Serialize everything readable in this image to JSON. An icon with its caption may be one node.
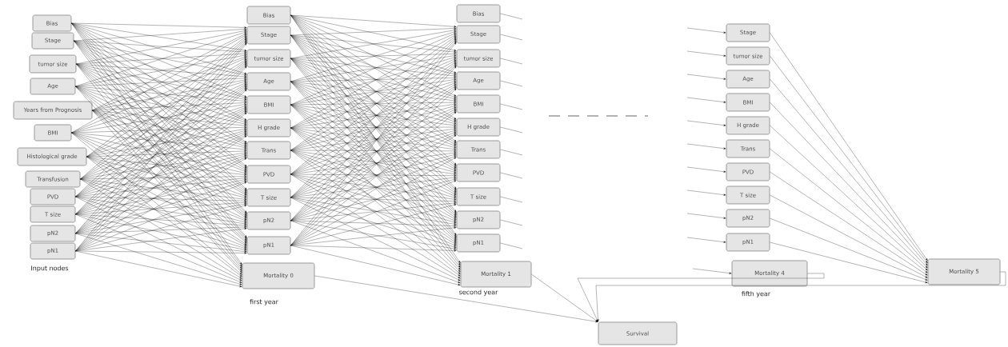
{
  "diagram": {
    "nodes": [
      {
        "text": [
          "Bias"
        ]
      },
      {
        "text": [
          "Stage"
        ]
      },
      {
        "text": [
          "tumor size"
        ]
      },
      {
        "text": [
          "Age"
        ]
      },
      {
        "text": [
          "Years from Prognosis"
        ]
      },
      {
        "text": [
          "BMI"
        ]
      },
      {
        "text": [
          "Histological grade"
        ]
      },
      {
        "text": [
          "Transfusion"
        ]
      },
      {
        "text": [
          "PVD"
        ]
      },
      {
        "text": [
          "T size"
        ]
      },
      {
        "text": [
          "pN2"
        ]
      },
      {
        "text": [
          "pN1"
        ],
        "beside": [
          "Input nodes"
        ]
      },
      {
        "text": [
          "Bias"
        ]
      },
      {
        "text": [
          "Stage"
        ]
      },
      {
        "text": [
          "tumor size"
        ]
      },
      {
        "text": [
          "Age"
        ]
      },
      {
        "text": [
          "BMI"
        ]
      },
      {
        "text": [
          "H grade"
        ]
      },
      {
        "text": [
          "Trans"
        ]
      },
      {
        "text": [
          "PVD"
        ]
      },
      {
        "text": [
          "T size"
        ]
      },
      {
        "text": [
          "pN2"
        ]
      },
      {
        "text": [
          "pN1"
        ]
      },
      {
        "text": [
          "Mortality 0"
        ],
        "beside": [
          "first year"
        ]
      },
      {
        "text": [
          "Bias"
        ]
      },
      {
        "text": [
          "Stage"
        ]
      },
      {
        "text": [
          "tumor size"
        ]
      },
      {
        "text": [
          "Age"
        ]
      },
      {
        "text": [
          "BMI"
        ]
      },
      {
        "text": [
          "H grade"
        ]
      },
      {
        "text": [
          "Trans"
        ]
      },
      {
        "text": [
          "PVD"
        ]
      },
      {
        "text": [
          "T size"
        ]
      },
      {
        "text": [
          "pN2"
        ]
      },
      {
        "text": [
          "pN1"
        ]
      },
      {
        "text": [
          "Mortality 1"
        ],
        "beside": [
          "second year"
        ]
      },
      {
        "text": [
          "Stage"
        ]
      },
      {
        "text": [
          "tumor size"
        ]
      },
      {
        "text": [
          "Age"
        ]
      },
      {
        "text": [
          "BMI"
        ]
      },
      {
        "text": [
          "H grade"
        ]
      },
      {
        "text": [
          "Trans"
        ]
      },
      {
        "text": [
          "PVD"
        ]
      },
      {
        "text": [
          "T size"
        ]
      },
      {
        "text": [
          "pN2"
        ]
      },
      {
        "text": [
          "pN1"
        ]
      },
      {
        "text": [
          "Mortality 4"
        ],
        "beside": [
          "fifth year"
        ]
      },
      {
        "text": [
          "Mortality 5"
        ]
      },
      {
        "text": [
          "Survival"
        ]
      }
    ],
    "edges": [
      {
        "from": 0,
        "to": 13,
        "arrow": "to"
      },
      {
        "from": 0,
        "to": 14,
        "arrow": "to"
      },
      {
        "from": 0,
        "to": 15,
        "arrow": "to"
      },
      {
        "from": 0,
        "to": 16,
        "arrow": "to"
      },
      {
        "from": 0,
        "to": 17,
        "arrow": "to"
      },
      {
        "from": 0,
        "to": 18,
        "arrow": "to"
      },
      {
        "from": 0,
        "to": 19,
        "arrow": "to"
      },
      {
        "from": 0,
        "to": 20,
        "arrow": "to"
      },
      {
        "from": 0,
        "to": 21,
        "arrow": "to"
      },
      {
        "from": 0,
        "to": 22,
        "arrow": "to"
      },
      {
        "from": 0,
        "to": 23,
        "arrow": "to"
      },
      {
        "from": 1,
        "to": 13,
        "arrow": "to"
      },
      {
        "from": 1,
        "to": 14,
        "arrow": "to"
      },
      {
        "from": 1,
        "to": 15,
        "arrow": "to"
      },
      {
        "from": 1,
        "to": 16,
        "arrow": "to"
      },
      {
        "from": 1,
        "to": 17,
        "arrow": "to"
      },
      {
        "from": 1,
        "to": 18,
        "arrow": "to"
      },
      {
        "from": 1,
        "to": 19,
        "arrow": "to"
      },
      {
        "from": 1,
        "to": 20,
        "arrow": "to"
      },
      {
        "from": 1,
        "to": 21,
        "arrow": "to"
      },
      {
        "from": 1,
        "to": 22,
        "arrow": "to"
      },
      {
        "from": 1,
        "to": 23,
        "arrow": "to"
      },
      {
        "from": 2,
        "to": 13,
        "arrow": "to"
      },
      {
        "from": 2,
        "to": 14,
        "arrow": "to"
      },
      {
        "from": 2,
        "to": 15,
        "arrow": "to"
      },
      {
        "from": 2,
        "to": 16,
        "arrow": "to"
      },
      {
        "from": 2,
        "to": 17,
        "arrow": "to"
      },
      {
        "from": 2,
        "to": 18,
        "arrow": "to"
      },
      {
        "from": 2,
        "to": 19,
        "arrow": "to"
      },
      {
        "from": 2,
        "to": 20,
        "arrow": "to"
      },
      {
        "from": 2,
        "to": 21,
        "arrow": "to"
      },
      {
        "from": 2,
        "to": 22,
        "arrow": "to"
      },
      {
        "from": 2,
        "to": 23,
        "arrow": "to"
      },
      {
        "from": 3,
        "to": 13,
        "arrow": "to"
      },
      {
        "from": 3,
        "to": 14,
        "arrow": "to"
      },
      {
        "from": 3,
        "to": 15,
        "arrow": "to"
      },
      {
        "from": 3,
        "to": 16,
        "arrow": "to"
      },
      {
        "from": 3,
        "to": 17,
        "arrow": "to"
      },
      {
        "from": 3,
        "to": 18,
        "arrow": "to"
      },
      {
        "from": 3,
        "to": 19,
        "arrow": "to"
      },
      {
        "from": 3,
        "to": 20,
        "arrow": "to"
      },
      {
        "from": 3,
        "to": 21,
        "arrow": "to"
      },
      {
        "from": 3,
        "to": 22,
        "arrow": "to"
      },
      {
        "from": 3,
        "to": 23,
        "arrow": "to"
      },
      {
        "from": 4,
        "to": 13,
        "arrow": "to"
      },
      {
        "from": 4,
        "to": 14,
        "arrow": "to"
      },
      {
        "from": 4,
        "to": 15,
        "arrow": "to"
      },
      {
        "from": 4,
        "to": 16,
        "arrow": "to"
      },
      {
        "from": 4,
        "to": 17,
        "arrow": "to"
      },
      {
        "from": 4,
        "to": 18,
        "arrow": "to"
      },
      {
        "from": 4,
        "to": 19,
        "arrow": "to"
      },
      {
        "from": 4,
        "to": 20,
        "arrow": "to"
      },
      {
        "from": 4,
        "to": 21,
        "arrow": "to"
      },
      {
        "from": 4,
        "to": 22,
        "arrow": "to"
      },
      {
        "from": 4,
        "to": 23,
        "arrow": "to"
      },
      {
        "from": 5,
        "to": 13,
        "arrow": "to"
      },
      {
        "from": 5,
        "to": 14,
        "arrow": "to"
      },
      {
        "from": 5,
        "to": 15,
        "arrow": "to"
      },
      {
        "from": 5,
        "to": 16,
        "arrow": "to"
      },
      {
        "from": 5,
        "to": 17,
        "arrow": "to"
      },
      {
        "from": 5,
        "to": 18,
        "arrow": "to"
      },
      {
        "from": 5,
        "to": 19,
        "arrow": "to"
      },
      {
        "from": 5,
        "to": 20,
        "arrow": "to"
      },
      {
        "from": 5,
        "to": 21,
        "arrow": "to"
      },
      {
        "from": 5,
        "to": 22,
        "arrow": "to"
      },
      {
        "from": 5,
        "to": 23,
        "arrow": "to"
      },
      {
        "from": 6,
        "to": 13,
        "arrow": "to"
      },
      {
        "from": 6,
        "to": 14,
        "arrow": "to"
      },
      {
        "from": 6,
        "to": 15,
        "arrow": "to"
      },
      {
        "from": 6,
        "to": 16,
        "arrow": "to"
      },
      {
        "from": 6,
        "to": 17,
        "arrow": "to"
      },
      {
        "from": 6,
        "to": 18,
        "arrow": "to"
      },
      {
        "from": 6,
        "to": 19,
        "arrow": "to"
      },
      {
        "from": 6,
        "to": 20,
        "arrow": "to"
      },
      {
        "from": 6,
        "to": 21,
        "arrow": "to"
      },
      {
        "from": 6,
        "to": 22,
        "arrow": "to"
      },
      {
        "from": 6,
        "to": 23,
        "arrow": "to"
      },
      {
        "from": 7,
        "to": 13,
        "arrow": "to"
      },
      {
        "from": 7,
        "to": 14,
        "arrow": "to"
      },
      {
        "from": 7,
        "to": 15,
        "arrow": "to"
      },
      {
        "from": 7,
        "to": 16,
        "arrow": "to"
      },
      {
        "from": 7,
        "to": 17,
        "arrow": "to"
      },
      {
        "from": 7,
        "to": 18,
        "arrow": "to"
      },
      {
        "from": 7,
        "to": 19,
        "arrow": "to"
      },
      {
        "from": 7,
        "to": 20,
        "arrow": "to"
      },
      {
        "from": 7,
        "to": 21,
        "arrow": "to"
      },
      {
        "from": 7,
        "to": 22,
        "arrow": "to"
      },
      {
        "from": 7,
        "to": 23,
        "arrow": "to"
      },
      {
        "from": 8,
        "to": 13,
        "arrow": "to"
      },
      {
        "from": 8,
        "to": 14,
        "arrow": "to"
      },
      {
        "from": 8,
        "to": 15,
        "arrow": "to"
      },
      {
        "from": 8,
        "to": 16,
        "arrow": "to"
      },
      {
        "from": 8,
        "to": 17,
        "arrow": "to"
      },
      {
        "from": 8,
        "to": 18,
        "arrow": "to"
      },
      {
        "from": 8,
        "to": 19,
        "arrow": "to"
      },
      {
        "from": 8,
        "to": 20,
        "arrow": "to"
      },
      {
        "from": 8,
        "to": 21,
        "arrow": "to"
      },
      {
        "from": 8,
        "to": 22,
        "arrow": "to"
      },
      {
        "from": 8,
        "to": 23,
        "arrow": "to"
      },
      {
        "from": 9,
        "to": 13,
        "arrow": "to"
      },
      {
        "from": 9,
        "to": 14,
        "arrow": "to"
      },
      {
        "from": 9,
        "to": 15,
        "arrow": "to"
      },
      {
        "from": 9,
        "to": 16,
        "arrow": "to"
      },
      {
        "from": 9,
        "to": 17,
        "arrow": "to"
      },
      {
        "from": 9,
        "to": 18,
        "arrow": "to"
      },
      {
        "from": 9,
        "to": 19,
        "arrow": "to"
      },
      {
        "from": 9,
        "to": 20,
        "arrow": "to"
      },
      {
        "from": 9,
        "to": 21,
        "arrow": "to"
      },
      {
        "from": 9,
        "to": 22,
        "arrow": "to"
      },
      {
        "from": 9,
        "to": 23,
        "arrow": "to"
      },
      {
        "from": 10,
        "to": 13,
        "arrow": "to"
      },
      {
        "from": 10,
        "to": 14,
        "arrow": "to"
      },
      {
        "from": 10,
        "to": 15,
        "arrow": "to"
      },
      {
        "from": 10,
        "to": 16,
        "arrow": "to"
      },
      {
        "from": 10,
        "to": 17,
        "arrow": "to"
      },
      {
        "from": 10,
        "to": 18,
        "arrow": "to"
      },
      {
        "from": 10,
        "to": 19,
        "arrow": "to"
      },
      {
        "from": 10,
        "to": 20,
        "arrow": "to"
      },
      {
        "from": 10,
        "to": 21,
        "arrow": "to"
      },
      {
        "from": 10,
        "to": 22,
        "arrow": "to"
      },
      {
        "from": 10,
        "to": 23,
        "arrow": "to"
      },
      {
        "from": 11,
        "to": 13,
        "arrow": "to"
      },
      {
        "from": 11,
        "to": 14,
        "arrow": "to"
      },
      {
        "from": 11,
        "to": 15,
        "arrow": "to"
      },
      {
        "from": 11,
        "to": 16,
        "arrow": "to"
      },
      {
        "from": 11,
        "to": 17,
        "arrow": "to"
      },
      {
        "from": 11,
        "to": 18,
        "arrow": "to"
      },
      {
        "from": 11,
        "to": 19,
        "arrow": "to"
      },
      {
        "from": 11,
        "to": 20,
        "arrow": "to"
      },
      {
        "from": 11,
        "to": 21,
        "arrow": "to"
      },
      {
        "from": 11,
        "to": 22,
        "arrow": "to"
      },
      {
        "from": 11,
        "to": 23,
        "arrow": "to"
      },
      {
        "from": 12,
        "to": 25,
        "arrow": "to"
      },
      {
        "from": 12,
        "to": 26,
        "arrow": "to"
      },
      {
        "from": 12,
        "to": 27,
        "arrow": "to"
      },
      {
        "from": 12,
        "to": 28,
        "arrow": "to"
      },
      {
        "from": 12,
        "to": 29,
        "arrow": "to"
      },
      {
        "from": 12,
        "to": 30,
        "arrow": "to"
      },
      {
        "from": 12,
        "to": 31,
        "arrow": "to"
      },
      {
        "from": 12,
        "to": 32,
        "arrow": "to"
      },
      {
        "from": 12,
        "to": 33,
        "arrow": "to"
      },
      {
        "from": 12,
        "to": 34,
        "arrow": "to"
      },
      {
        "from": 12,
        "to": 35,
        "arrow": "to"
      },
      {
        "from": 13,
        "to": 25,
        "arrow": "to"
      },
      {
        "from": 13,
        "to": 26,
        "arrow": "to"
      },
      {
        "from": 13,
        "to": 27,
        "arrow": "to"
      },
      {
        "from": 13,
        "to": 28,
        "arrow": "to"
      },
      {
        "from": 13,
        "to": 29,
        "arrow": "to"
      },
      {
        "from": 13,
        "to": 30,
        "arrow": "to"
      },
      {
        "from": 13,
        "to": 31,
        "arrow": "to"
      },
      {
        "from": 13,
        "to": 32,
        "arrow": "to"
      },
      {
        "from": 13,
        "to": 33,
        "arrow": "to"
      },
      {
        "from": 13,
        "to": 34,
        "arrow": "to"
      },
      {
        "from": 13,
        "to": 35,
        "arrow": "to"
      },
      {
        "from": 14,
        "to": 25,
        "arrow": "to"
      },
      {
        "from": 14,
        "to": 26,
        "arrow": "to"
      },
      {
        "from": 14,
        "to": 27,
        "arrow": "to"
      },
      {
        "from": 14,
        "to": 28,
        "arrow": "to"
      },
      {
        "from": 14,
        "to": 29,
        "arrow": "to"
      },
      {
        "from": 14,
        "to": 30,
        "arrow": "to"
      },
      {
        "from": 14,
        "to": 31,
        "arrow": "to"
      },
      {
        "from": 14,
        "to": 32,
        "arrow": "to"
      },
      {
        "from": 14,
        "to": 33,
        "arrow": "to"
      },
      {
        "from": 14,
        "to": 34,
        "arrow": "to"
      },
      {
        "from": 14,
        "to": 35,
        "arrow": "to"
      },
      {
        "from": 15,
        "to": 25,
        "arrow": "to"
      },
      {
        "from": 15,
        "to": 26,
        "arrow": "to"
      },
      {
        "from": 15,
        "to": 27,
        "arrow": "to"
      },
      {
        "from": 15,
        "to": 28,
        "arrow": "to"
      },
      {
        "from": 15,
        "to": 29,
        "arrow": "to"
      },
      {
        "from": 15,
        "to": 30,
        "arrow": "to"
      },
      {
        "from": 15,
        "to": 31,
        "arrow": "to"
      },
      {
        "from": 15,
        "to": 32,
        "arrow": "to"
      },
      {
        "from": 15,
        "to": 33,
        "arrow": "to"
      },
      {
        "from": 15,
        "to": 34,
        "arrow": "to"
      },
      {
        "from": 15,
        "to": 35,
        "arrow": "to"
      },
      {
        "from": 16,
        "to": 25,
        "arrow": "to"
      },
      {
        "from": 16,
        "to": 26,
        "arrow": "to"
      },
      {
        "from": 16,
        "to": 27,
        "arrow": "to"
      },
      {
        "from": 16,
        "to": 28,
        "arrow": "to"
      },
      {
        "from": 16,
        "to": 29,
        "arrow": "to"
      },
      {
        "from": 16,
        "to": 30,
        "arrow": "to"
      },
      {
        "from": 16,
        "to": 31,
        "arrow": "to"
      },
      {
        "from": 16,
        "to": 32,
        "arrow": "to"
      },
      {
        "from": 16,
        "to": 33,
        "arrow": "to"
      },
      {
        "from": 16,
        "to": 34,
        "arrow": "to"
      },
      {
        "from": 16,
        "to": 35,
        "arrow": "to"
      },
      {
        "from": 17,
        "to": 25,
        "arrow": "to"
      },
      {
        "from": 17,
        "to": 26,
        "arrow": "to"
      },
      {
        "from": 17,
        "to": 27,
        "arrow": "to"
      },
      {
        "from": 17,
        "to": 28,
        "arrow": "to"
      },
      {
        "from": 17,
        "to": 29,
        "arrow": "to"
      },
      {
        "from": 17,
        "to": 30,
        "arrow": "to"
      },
      {
        "from": 17,
        "to": 31,
        "arrow": "to"
      },
      {
        "from": 17,
        "to": 32,
        "arrow": "to"
      },
      {
        "from": 17,
        "to": 33,
        "arrow": "to"
      },
      {
        "from": 17,
        "to": 34,
        "arrow": "to"
      },
      {
        "from": 17,
        "to": 35,
        "arrow": "to"
      },
      {
        "from": 18,
        "to": 25,
        "arrow": "to"
      },
      {
        "from": 18,
        "to": 26,
        "arrow": "to"
      },
      {
        "from": 18,
        "to": 27,
        "arrow": "to"
      },
      {
        "from": 18,
        "to": 28,
        "arrow": "to"
      },
      {
        "from": 18,
        "to": 29,
        "arrow": "to"
      },
      {
        "from": 18,
        "to": 30,
        "arrow": "to"
      },
      {
        "from": 18,
        "to": 31,
        "arrow": "to"
      },
      {
        "from": 18,
        "to": 32,
        "arrow": "to"
      },
      {
        "from": 18,
        "to": 33,
        "arrow": "to"
      },
      {
        "from": 18,
        "to": 34,
        "arrow": "to"
      },
      {
        "from": 18,
        "to": 35,
        "arrow": "to"
      },
      {
        "from": 19,
        "to": 25,
        "arrow": "to"
      },
      {
        "from": 19,
        "to": 26,
        "arrow": "to"
      },
      {
        "from": 19,
        "to": 27,
        "arrow": "to"
      },
      {
        "from": 19,
        "to": 28,
        "arrow": "to"
      },
      {
        "from": 19,
        "to": 29,
        "arrow": "to"
      },
      {
        "from": 19,
        "to": 30,
        "arrow": "to"
      },
      {
        "from": 19,
        "to": 31,
        "arrow": "to"
      },
      {
        "from": 19,
        "to": 32,
        "arrow": "to"
      },
      {
        "from": 19,
        "to": 33,
        "arrow": "to"
      },
      {
        "from": 19,
        "to": 34,
        "arrow": "to"
      },
      {
        "from": 19,
        "to": 35,
        "arrow": "to"
      },
      {
        "from": 20,
        "to": 25,
        "arrow": "to"
      },
      {
        "from": 20,
        "to": 26,
        "arrow": "to"
      },
      {
        "from": 20,
        "to": 27,
        "arrow": "to"
      },
      {
        "from": 20,
        "to": 28,
        "arrow": "to"
      },
      {
        "from": 20,
        "to": 29,
        "arrow": "to"
      },
      {
        "from": 20,
        "to": 30,
        "arrow": "to"
      },
      {
        "from": 20,
        "to": 31,
        "arrow": "to"
      },
      {
        "from": 20,
        "to": 32,
        "arrow": "to"
      },
      {
        "from": 20,
        "to": 33,
        "arrow": "to"
      },
      {
        "from": 20,
        "to": 34,
        "arrow": "to"
      },
      {
        "from": 20,
        "to": 35,
        "arrow": "to"
      },
      {
        "from": 21,
        "to": 25,
        "arrow": "to"
      },
      {
        "from": 21,
        "to": 26,
        "arrow": "to"
      },
      {
        "from": 21,
        "to": 27,
        "arrow": "to"
      },
      {
        "from": 21,
        "to": 28,
        "arrow": "to"
      },
      {
        "from": 21,
        "to": 29,
        "arrow": "to"
      },
      {
        "from": 21,
        "to": 30,
        "arrow": "to"
      },
      {
        "from": 21,
        "to": 31,
        "arrow": "to"
      },
      {
        "from": 21,
        "to": 32,
        "arrow": "to"
      },
      {
        "from": 21,
        "to": 33,
        "arrow": "to"
      },
      {
        "from": 21,
        "to": 34,
        "arrow": "to"
      },
      {
        "from": 21,
        "to": 35,
        "arrow": "to"
      },
      {
        "from": 22,
        "to": 25,
        "arrow": "to"
      },
      {
        "from": 22,
        "to": 26,
        "arrow": "to"
      },
      {
        "from": 22,
        "to": 27,
        "arrow": "to"
      },
      {
        "from": 22,
        "to": 28,
        "arrow": "to"
      },
      {
        "from": 22,
        "to": 29,
        "arrow": "to"
      },
      {
        "from": 22,
        "to": 30,
        "arrow": "to"
      },
      {
        "from": 22,
        "to": 31,
        "arrow": "to"
      },
      {
        "from": 22,
        "to": 32,
        "arrow": "to"
      },
      {
        "from": 22,
        "to": 33,
        "arrow": "to"
      },
      {
        "from": 22,
        "to": 34,
        "arrow": "to"
      },
      {
        "from": 22,
        "to": 35,
        "arrow": "to"
      },
      {
        "from": 24,
        "to": null,
        "arrow": "none"
      },
      {
        "from": 25,
        "to": null,
        "arrow": "none"
      },
      {
        "from": 26,
        "to": null,
        "arrow": "none"
      },
      {
        "from": 27,
        "to": null,
        "arrow": "none"
      },
      {
        "from": 28,
        "to": null,
        "arrow": "none"
      },
      {
        "from": 29,
        "to": null,
        "arrow": "none"
      },
      {
        "from": 30,
        "to": null,
        "arrow": "none"
      },
      {
        "from": 31,
        "to": null,
        "arrow": "none"
      },
      {
        "from": 32,
        "to": null,
        "arrow": "none"
      },
      {
        "from": 33,
        "to": null,
        "arrow": "none"
      },
      {
        "from": 34,
        "to": null,
        "arrow": "none"
      },
      {
        "from": null,
        "to": 36,
        "arrow": "to"
      },
      {
        "from": null,
        "to": 37,
        "arrow": "to"
      },
      {
        "from": null,
        "to": 38,
        "arrow": "to"
      },
      {
        "from": null,
        "to": 39,
        "arrow": "to"
      },
      {
        "from": null,
        "to": 40,
        "arrow": "to"
      },
      {
        "from": null,
        "to": 41,
        "arrow": "to"
      },
      {
        "from": null,
        "to": 42,
        "arrow": "to"
      },
      {
        "from": null,
        "to": 43,
        "arrow": "to"
      },
      {
        "from": null,
        "to": 44,
        "arrow": "to"
      },
      {
        "from": null,
        "to": 45,
        "arrow": "to"
      },
      {
        "from": null,
        "to": 46,
        "arrow": "to"
      },
      {
        "from": 36,
        "to": 47,
        "arrow": "to"
      },
      {
        "from": 37,
        "to": 47,
        "arrow": "to"
      },
      {
        "from": 38,
        "to": 47,
        "arrow": "to"
      },
      {
        "from": 39,
        "to": 47,
        "arrow": "to"
      },
      {
        "from": 40,
        "to": 47,
        "arrow": "to"
      },
      {
        "from": 41,
        "to": 47,
        "arrow": "to"
      },
      {
        "from": 42,
        "to": 47,
        "arrow": "to"
      },
      {
        "from": 43,
        "to": 47,
        "arrow": "to"
      },
      {
        "from": 44,
        "to": 47,
        "arrow": "to"
      },
      {
        "from": 45,
        "to": 47,
        "arrow": "to"
      },
      {
        "from": 23,
        "to": 48,
        "arrow": "to"
      },
      {
        "from": 35,
        "to": 48,
        "arrow": "to"
      },
      {
        "from": 46,
        "to": 48,
        "arrow": "to"
      },
      {
        "from": 47,
        "to": 48,
        "arrow": "to"
      }
    ]
  }
}
